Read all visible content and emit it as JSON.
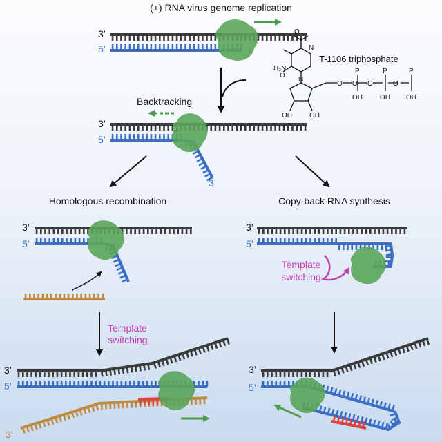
{
  "title": "(+) RNA virus genome replication",
  "compound_label": "T-1106 triphosphate",
  "backtracking_label": "Backtracking",
  "left_panel_title": "Homologous recombination",
  "right_panel_title": "Copy-back RNA synthesis",
  "template_switching_label_line1": "Template",
  "template_switching_label_line2": "switching",
  "prime_3": "3’",
  "prime_5": "5’",
  "chem": {
    "h2n": "H₂N",
    "o": "O",
    "n": "N",
    "p": "P",
    "oh": "OH"
  },
  "colors": {
    "template_strand": "#3a3a3a",
    "nascent_strand": "#3b6fc4",
    "acceptor_strand": "#c08a3e",
    "misincorporated": "#e0413c",
    "polymerase": "#5aa55a",
    "arrow_green": "#4e9a4e",
    "template_switch_text": "#c040b0"
  }
}
